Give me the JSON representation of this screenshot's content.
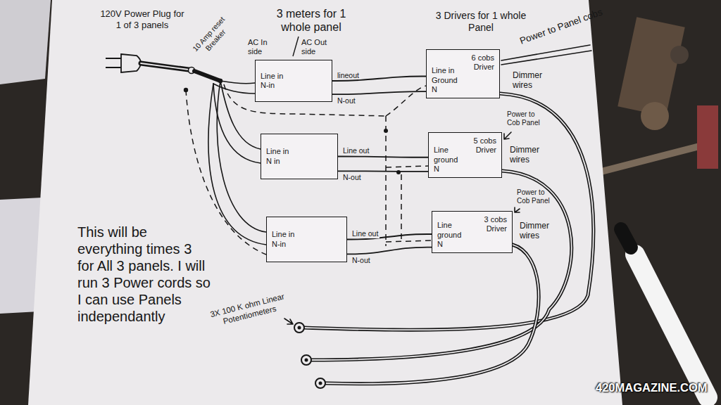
{
  "diagram": {
    "nodes": [
      {
        "text": [
          "Line in",
          "N-in"
        ]
      },
      {
        "text": [
          "6 cobs Driver",
          "Line in",
          "Ground",
          "N"
        ]
      },
      {
        "text": [
          "Line in",
          "N in"
        ]
      },
      {
        "text": [
          "5 cobs Driver",
          "Line",
          "ground",
          "N"
        ]
      },
      {
        "text": [
          "Line in",
          "N-in"
        ]
      },
      {
        "text": [
          "3 cobs Driver",
          "Line",
          "ground",
          "N"
        ]
      }
    ],
    "edges": [
      {
        "from": 0,
        "to": 1,
        "arrow": "none",
        "label": "lineout"
      },
      {
        "from": 0,
        "to": 1,
        "arrow": "none",
        "label": "N-out"
      },
      {
        "from": 2,
        "to": 3,
        "arrow": "none",
        "label": "Line out"
      },
      {
        "from": 2,
        "to": 3,
        "arrow": "none",
        "label": "N-out"
      },
      {
        "from": 4,
        "to": 5,
        "arrow": "none",
        "label": "Line out"
      },
      {
        "from": 4,
        "to": 5,
        "arrow": "none",
        "label": "N-out"
      }
    ],
    "labels": [
      "120V Power Plug for 1 of 3 panels",
      "10 Amp reset Breaker",
      "3 meters for 1 whole panel",
      "AC In side",
      "AC Out side",
      "3 Drivers for 1 whole Panel",
      "Power to Panel cobs",
      "Dimmer wires",
      "Power to Cob Panel",
      "Dimmer wires",
      "Power to Cob Panel",
      "Dimmer wires",
      "3X 100 K ohm Linear Potentiometers",
      "This will be everything times 3 for All 3 panels. I will run 3 Power cords so I can use Panels independantly",
      "420MAGAZINE.COM"
    ]
  }
}
